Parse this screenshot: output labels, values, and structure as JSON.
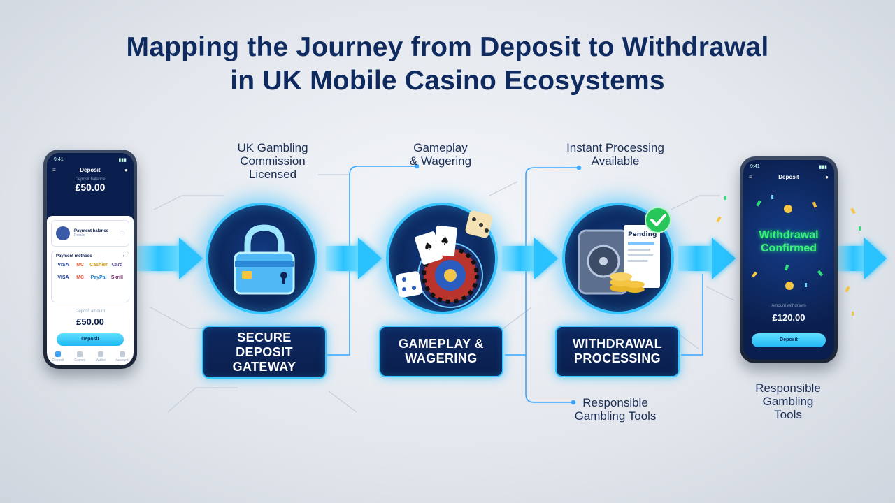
{
  "title": {
    "line1": "Mapping the Journey from Deposit to Withdrawal",
    "line2": "in UK Mobile Casino Ecosystems"
  },
  "captions": {
    "uk_gambling": [
      "UK Gambling",
      "Commission",
      "Licensed"
    ],
    "gameplay": [
      "Gameplay",
      "& Wagering"
    ],
    "instant": [
      "Instant Processing",
      "Available"
    ],
    "responsible_mid": [
      "Responsible",
      "Gambling Tools"
    ],
    "responsible_right": [
      "Responsible",
      "Gambling",
      "Tools"
    ]
  },
  "stages": [
    {
      "lines": [
        "SECURE",
        "DEPOSIT",
        "GATEWAY"
      ],
      "icon": "lock-card-icon"
    },
    {
      "lines": [
        "GAMEPLAY &",
        "WAGERING"
      ],
      "icon": "roulette-cards-dice-icon"
    },
    {
      "lines": [
        "WITHDRAWAL",
        "PROCESSING"
      ],
      "icon": "vault-coins-receipt-icon"
    }
  ],
  "withdrawal_doc": {
    "label": "Pending"
  },
  "phone_left": {
    "time": "9:41",
    "header": "Deposit",
    "balance_label": "Deposit balance",
    "balance": "£50.00",
    "account_label": "Payment balance",
    "account_sub": "Details",
    "methods_label": "Payment methods",
    "methods": [
      "VISA",
      "MC",
      "Cashier",
      "Card",
      "VISA",
      "MC",
      "PayPal",
      "Skrill"
    ],
    "amount_label": "Deposit amount",
    "amount": "£50.00",
    "button": "Deposit",
    "nav": [
      "Deposit",
      "Games",
      "Wallet",
      "Account"
    ]
  },
  "phone_right": {
    "time": "9:41",
    "header": "Deposit",
    "confirm_line1": "Withdrawal",
    "confirm_line2": "Confirmed",
    "amount_label": "Amount withdrawn",
    "amount": "£120.00",
    "button": "Deposit"
  },
  "colors": {
    "navy": "#0b1f4e",
    "cyan": "#35c6ff",
    "arrow": "#2cc3ff",
    "green": "#38f27a"
  }
}
